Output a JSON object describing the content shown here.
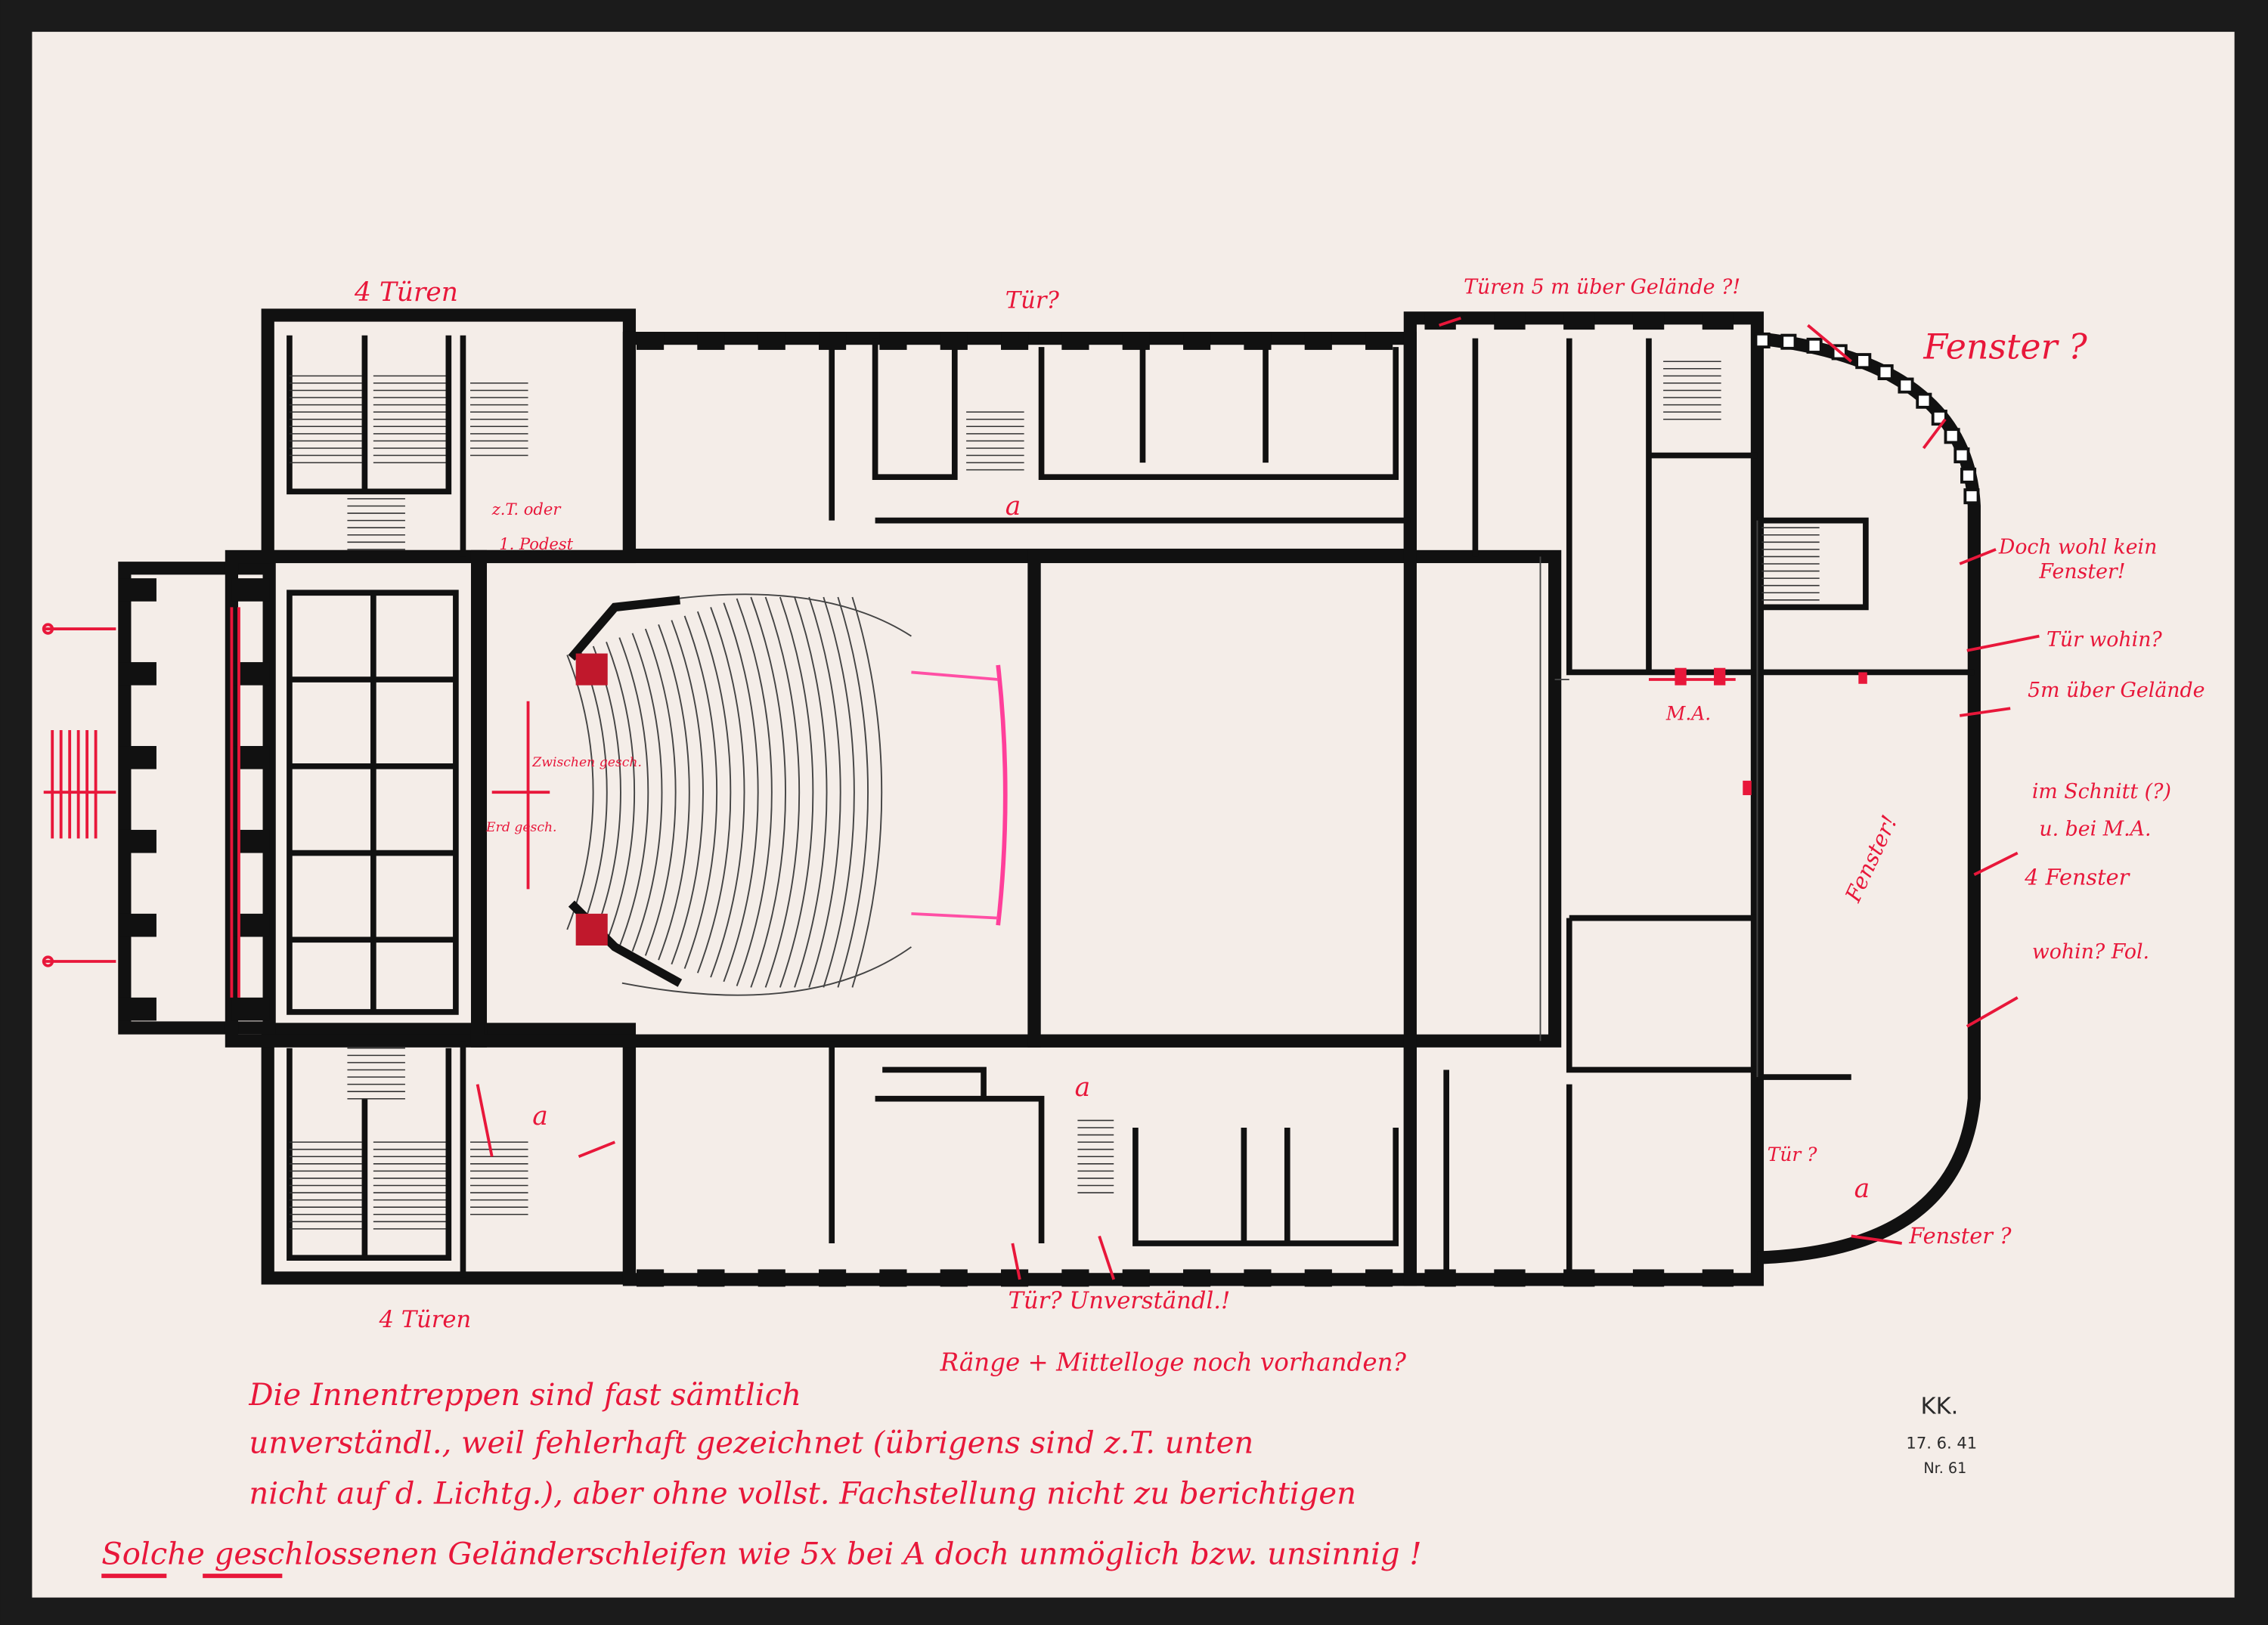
{
  "drawing": {
    "stamp": {
      "initials": "KK.",
      "date": "17. 6. 41",
      "number": "Nr. 61"
    },
    "annotations": {
      "doors_top": "4 Türen",
      "door_top_mid": "Tür?",
      "doors_above_ground": "Türen 5 m über Gelände ?!",
      "window_top_right": "Fenster ?",
      "stair_note_1": "z.T. oder",
      "stair_note_2": "1. Podest",
      "mark_a_top": "a",
      "no_window_1": "Doch wohl kein",
      "no_window_2": "Fenster!",
      "door_where_1": "Tür wohin?",
      "door_where_2": "5m über Gelände",
      "ma_label": "M.A.",
      "section_1": "im Schnitt (?)",
      "section_2": "u. bei M.A.",
      "window_rotated": "Fenster!",
      "four_windows": "4 Fenster",
      "where_fol": "wohin? Fol.",
      "mezzanine": "Zwischen gesch.",
      "ground_floor": "Erd gesch.",
      "mark_a_bottom_mid": "a",
      "mark_a_bottom_left": "a",
      "mark_a_bottom_right": "a",
      "door_bottom_right": "Tür ?",
      "window_bottom_right": "Fenster ?",
      "doors_bottom": "4 Türen",
      "door_unclear": "Tür? Unverständl.!",
      "tiers_question": "Ränge + Mittelloge noch vorhanden?"
    },
    "notes": [
      "Die Innentreppen sind fast sämtlich",
      "unverständl., weil fehlerhaft gezeichnet (übrigens sind z.T. unten",
      "nicht auf d. Lichtg.), aber ohne vollst. Fachstellung nicht zu berichtigen",
      "Solche geschlossenen Geländerschleifen wie 5x bei A doch unmöglich bzw. unsinnig !"
    ],
    "colors": {
      "annotation": "#e8173a",
      "paper": "#f4ede8",
      "ink": "#111111"
    }
  }
}
